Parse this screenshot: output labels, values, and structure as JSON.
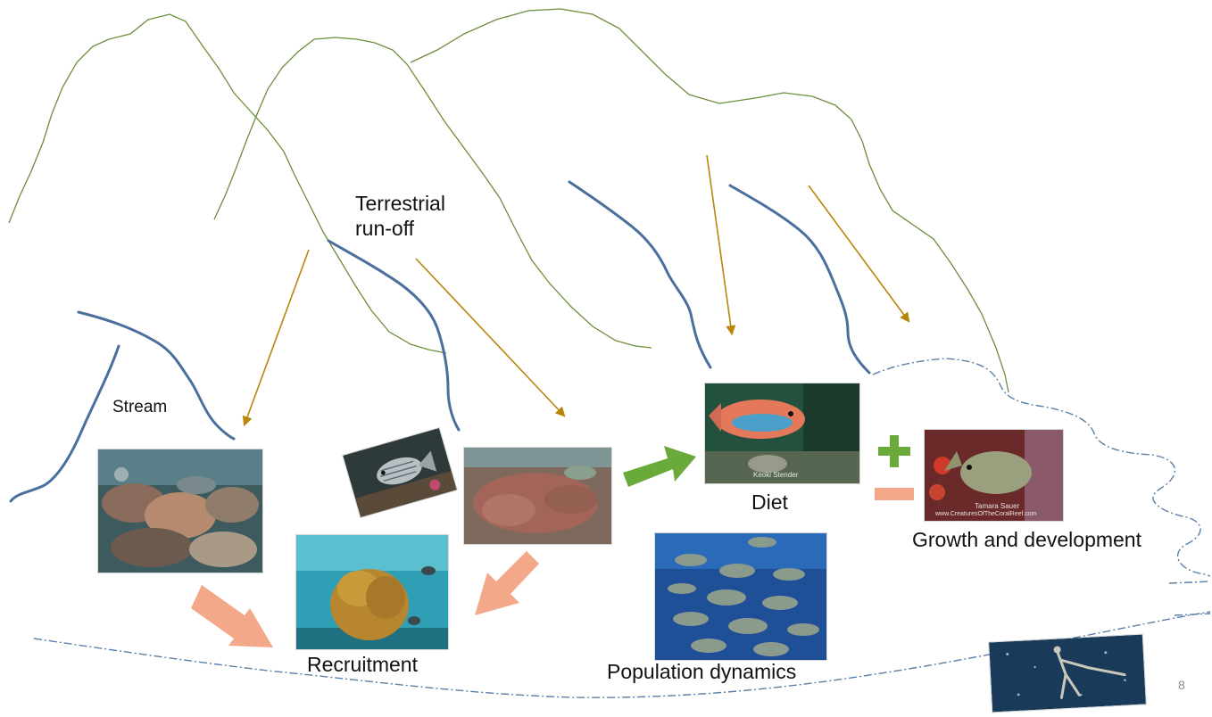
{
  "labels": {
    "terrestrial_runoff_line1": "Terrestrial",
    "terrestrial_runoff_line2": "run-off",
    "stream": "Stream",
    "diet": "Diet",
    "growth": "Growth and development",
    "recruitment": "Recruitment",
    "population": "Population dynamics",
    "page_number": "8"
  },
  "symbols": {
    "plus": "+",
    "minus": "–"
  },
  "watermarks": {
    "diet_photo": "Keoki Stender",
    "growth_photo_line1": "Tamara Sauer",
    "growth_photo_line2": "www.CreaturesOfTheCoralReef.com"
  },
  "colors": {
    "mountain": "#6b8f3a",
    "stream": "#4a6f9c",
    "runoff_arrow": "#b8860b",
    "positive_arrow": "#6aaa3a",
    "negative_arrow": "#f2a889",
    "coastline": "#5a7fa8"
  }
}
